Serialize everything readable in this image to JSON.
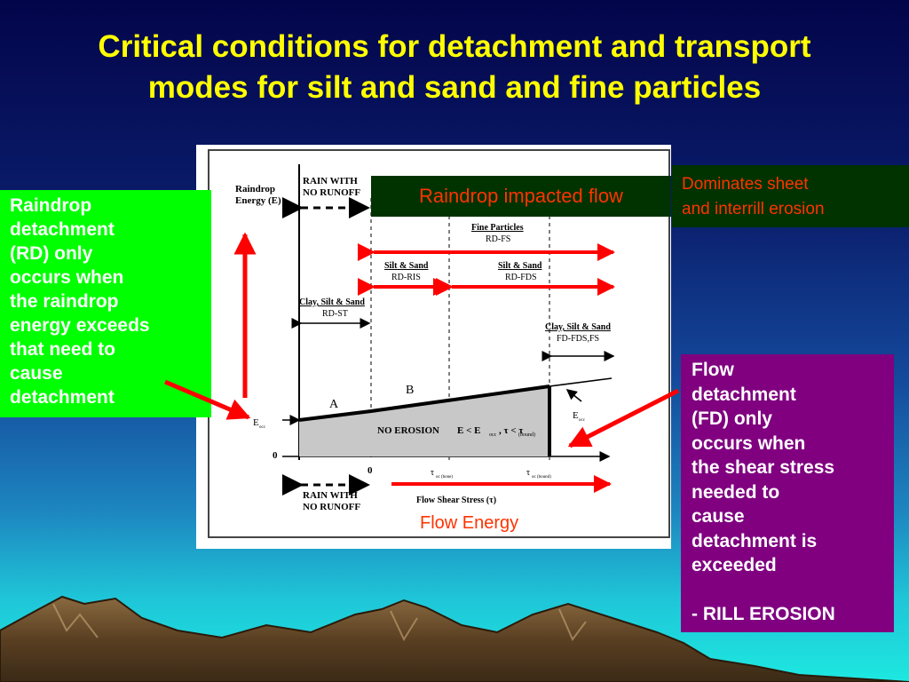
{
  "title": {
    "line1": "Critical conditions for detachment and transport",
    "line2": "modes for silt and sand and fine particles"
  },
  "rd_box": {
    "lines": [
      "Raindrop",
      "detachment",
      "(RD) only",
      "occurs when",
      "the raindrop",
      "energy exceeds",
      "that need to",
      "cause",
      "detachment"
    ]
  },
  "fd_box": {
    "lines": [
      "Flow",
      "detachment",
      "(FD) only",
      "occurs when",
      "the shear stress",
      "needed to",
      "cause",
      "detachment is",
      "exceeded"
    ],
    "rill": "- RILL EROSION"
  },
  "dominates": {
    "line1": "Dominates sheet",
    "line2": "and interrill erosion"
  },
  "impacted": "Raindrop impacted flow",
  "flow_energy": "Flow Energy",
  "diagram": {
    "y_axis_line1": "Raindrop",
    "y_axis_line2": "Energy (E)",
    "rain_top_line1": "RAIN WITH",
    "rain_top_line2": "NO RUNOFF",
    "fine_particles": "Fine Particles",
    "rd_fs": "RD-FS",
    "silt_sand_1": "Silt & Sand",
    "rd_ris": "RD-RIS",
    "silt_sand_2": "Silt & Sand",
    "rd_fds": "RD-FDS",
    "clay_1": "Clay, Silt & Sand",
    "rd_st": "RD-ST",
    "clay_2": "Clay, Silt & Sand",
    "fd_fds": "FD-FDS,FS",
    "label_a": "A",
    "label_b": "B",
    "no_erosion": "NO EROSION",
    "inequality": "E < E",
    "inequality_tail": ", τ < τ",
    "bound": "(bound)",
    "e_label": "E",
    "e_sub": "occ",
    "zero_y": "0",
    "zero_x": "0",
    "tau_bone": "τ",
    "tau_bone_sub": "oc (bone)",
    "tau_bound": "τ",
    "tau_bound_sub": "oc (bound)",
    "x_axis": "Flow Shear Stress (τ)",
    "rain_bottom_line1": "RAIN WITH",
    "rain_bottom_line2": "NO RUNOFF"
  },
  "colors": {
    "title": "#ffff00",
    "rd_box": "#00ff00",
    "fd_box": "#800080",
    "dark_box": "#003300",
    "accent_red": "#ff3300",
    "arrow_red": "#ff0000"
  }
}
